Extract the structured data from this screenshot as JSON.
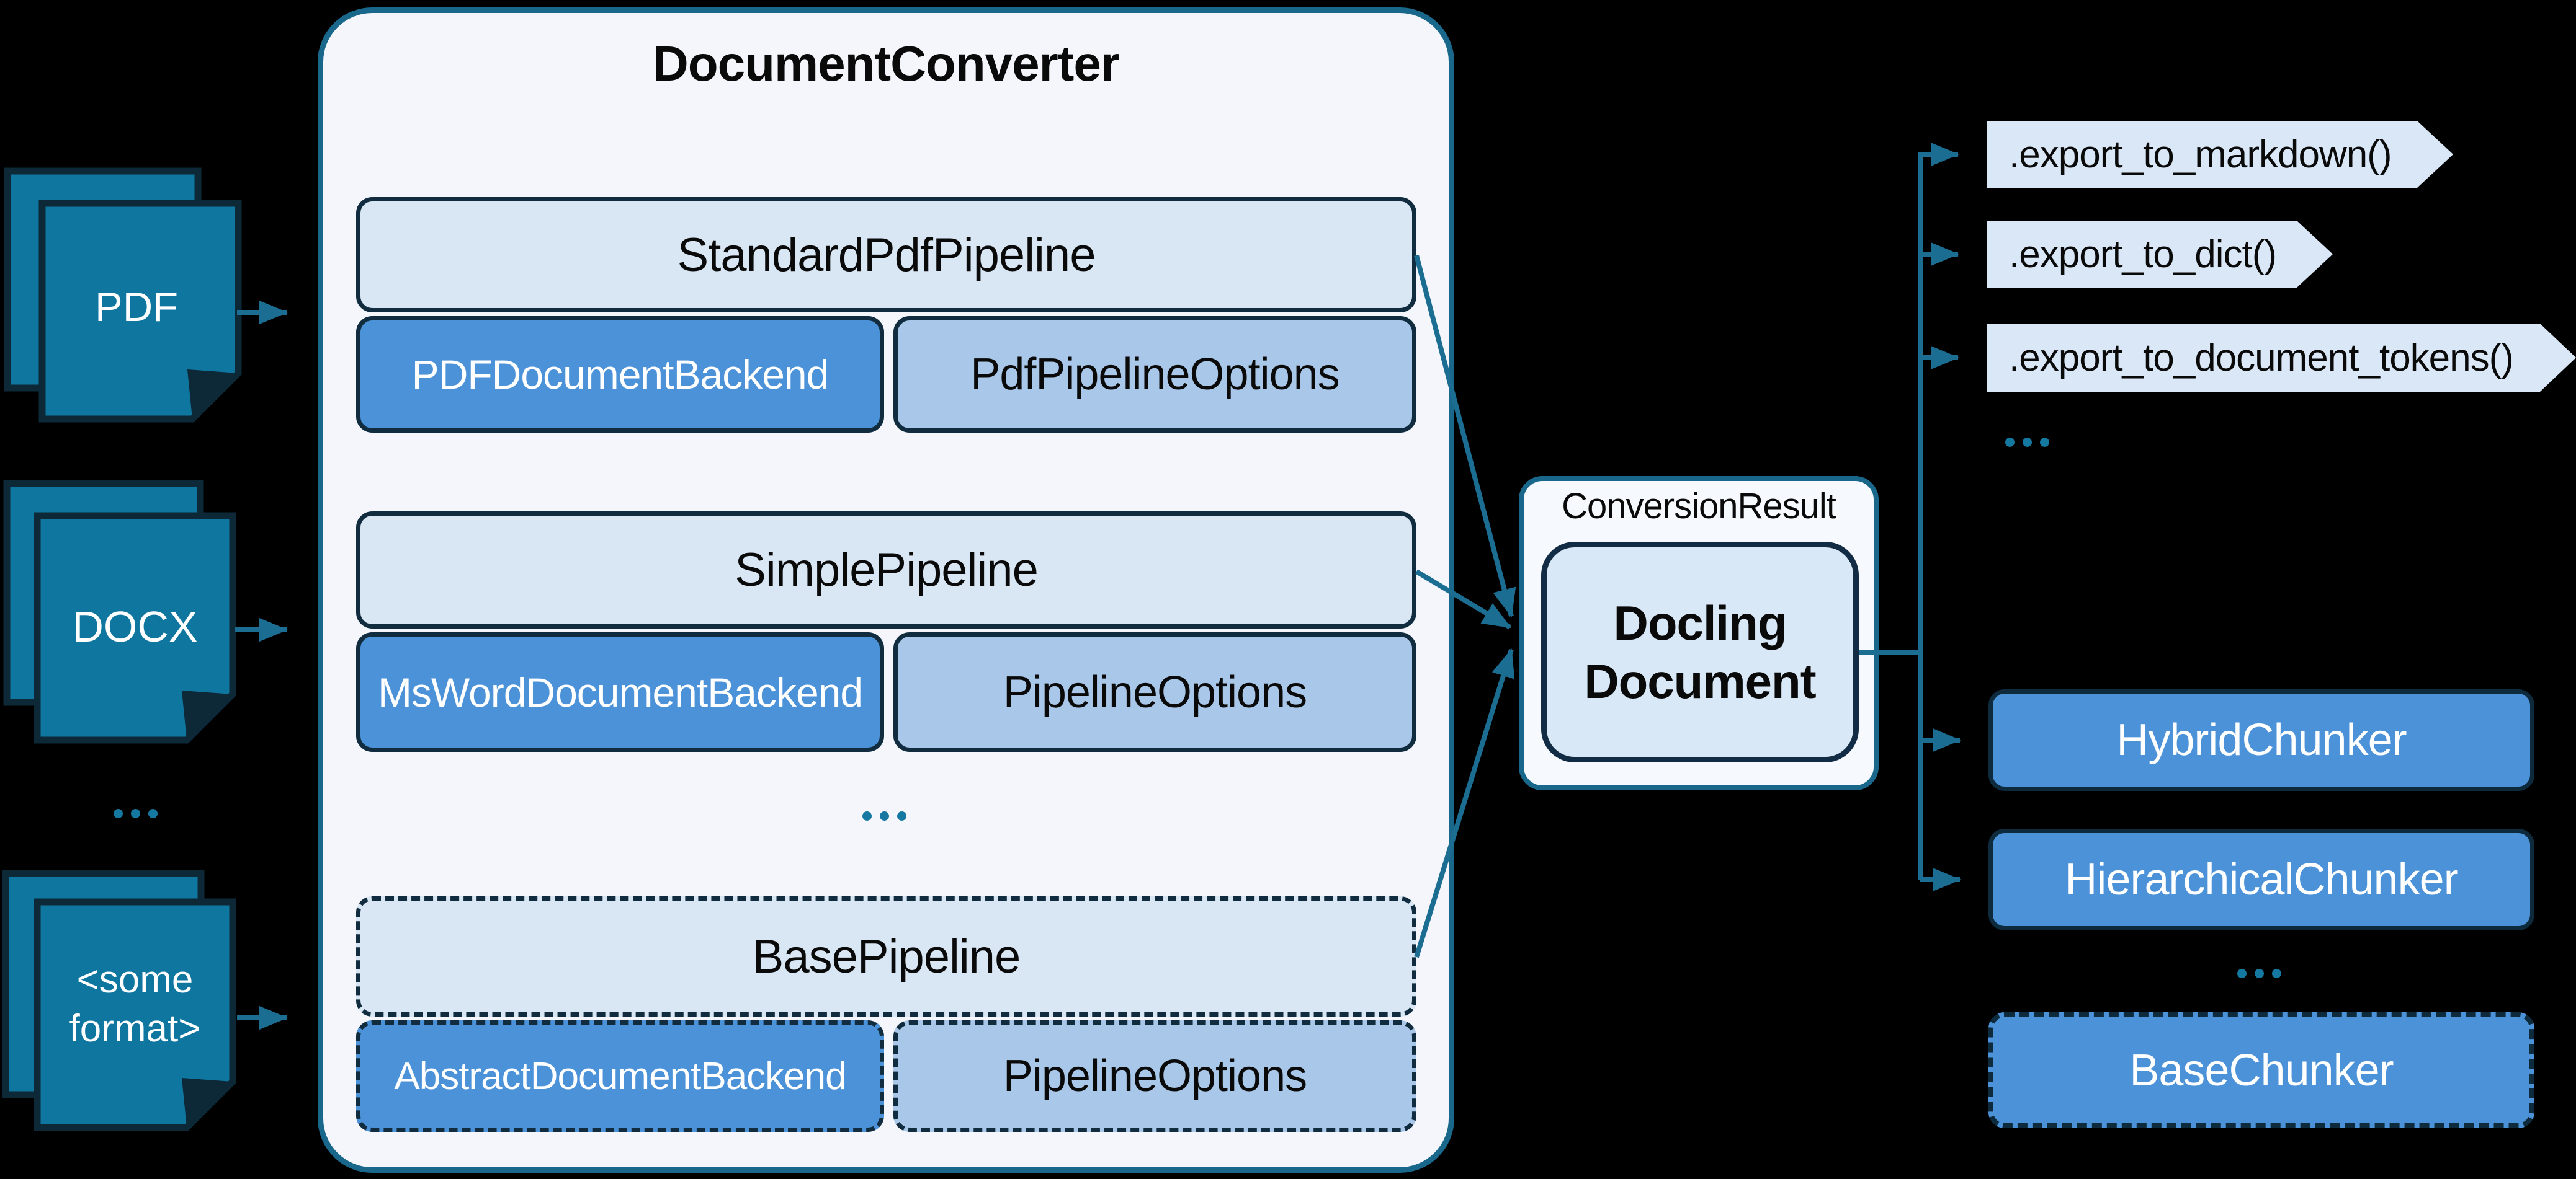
{
  "title": "DocumentConverter",
  "inputs": {
    "pdf": "PDF",
    "docx": "DOCX",
    "more": "...",
    "other": "<some format>"
  },
  "converter": {
    "rows": [
      {
        "pipeline": "StandardPdfPipeline",
        "backend": "PDFDocumentBackend",
        "options": "PdfPipelineOptions"
      },
      {
        "pipeline": "SimplePipeline",
        "backend": "MsWordDocumentBackend",
        "options": "PipelineOptions"
      },
      {
        "pipeline": "BasePipeline",
        "backend": "AbstractDocumentBackend",
        "options": "PipelineOptions"
      }
    ],
    "more": "..."
  },
  "result": {
    "label": "ConversionResult",
    "document": "Docling Document"
  },
  "exports": {
    "items": [
      ".export_to_markdown()",
      ".export_to_dict()",
      ".export_to_document_tokens()"
    ],
    "more": "..."
  },
  "chunkers": {
    "items": [
      "HybridChunker",
      "HierarchicalChunker",
      "BaseChunker"
    ],
    "more": "..."
  },
  "colors": {
    "background": "#000000",
    "arrow_teal": "#1c6d92",
    "doc_icon_fill": "#0f76a0",
    "doc_icon_ink": "#0d2836",
    "panel_fill": "#f4f6fb",
    "panel_border": "#19688c",
    "light_blue": "#d9e6f4",
    "mid_blue": "#4b92d8",
    "soft_blue": "#a9c7e8",
    "navy_ink": "#112c3f",
    "dots": "#1578a0"
  }
}
